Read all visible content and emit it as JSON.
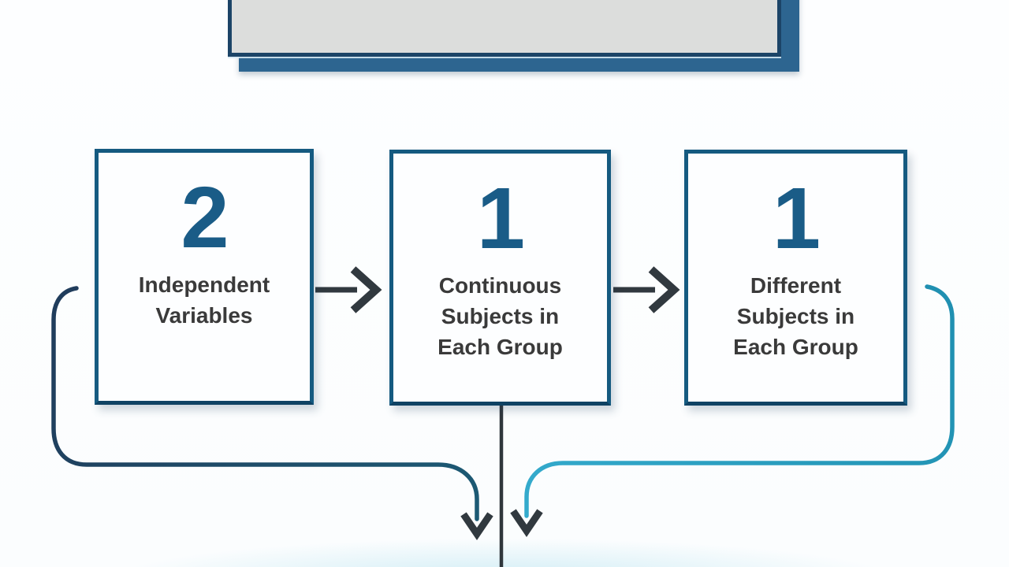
{
  "diagram": {
    "nodes": [
      {
        "number": "2",
        "lines": [
          "Independent",
          "Variables"
        ]
      },
      {
        "number": "1",
        "lines": [
          "Continuous",
          "Subjects in",
          "Each Group"
        ]
      },
      {
        "number": "1",
        "lines": [
          "Different",
          "Subjects in",
          "Each Group"
        ]
      }
    ],
    "colors": {
      "top_box_fill": "#dcdddc",
      "top_box_border": "#1c4467",
      "top_box_shadow": "#2d6590",
      "box_border": "#155a80",
      "box_border_dark": "#0f4263",
      "box_fill": "#fdfeff",
      "number": "#1a5c87",
      "label_text": "#3a3a3a",
      "arrow": "#31393f",
      "mid_line": "#30373c",
      "connector_left_start": "#203d5c",
      "connector_left_end": "#1c5a74",
      "connector_right_start": "#1f8fb0",
      "connector_right_end": "#35abcd"
    }
  }
}
